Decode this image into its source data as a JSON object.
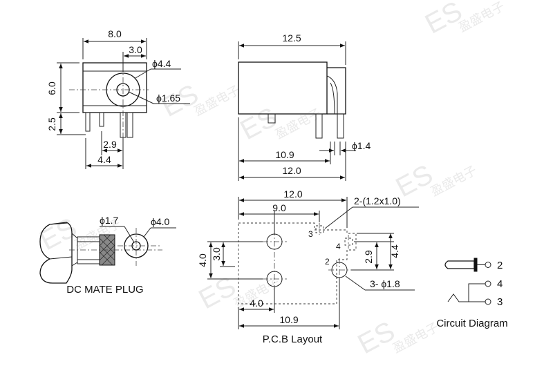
{
  "watermark": {
    "letters": "ES",
    "chars": "盈盛电子"
  },
  "front_view": {
    "width": "8.0",
    "center_offset": "3.0",
    "height": "6.0",
    "pin_length": "2.5",
    "pin_spacing_a": "2.9",
    "pin_spacing_b": "4.4",
    "outer_dia": "ϕ4.4",
    "inner_dia": "ϕ1.65"
  },
  "side_view": {
    "length": "12.5",
    "pin_dim_a": "10.9",
    "pin_dim_b": "12.0",
    "pin_dia": "ϕ1.4"
  },
  "plug": {
    "title": "DC MATE PLUG",
    "inner_dia": "ϕ1.7",
    "outer_dia": "ϕ4.0"
  },
  "pcb": {
    "title": "P.C.B Layout",
    "overall": "12.0",
    "hole_spacing_x": "9.0",
    "slot_note": "2-(1.2x1.0)",
    "height_total": "4.0",
    "height_inner": "3.0",
    "right_a": "2.9",
    "right_b": "4.4",
    "hole_note": "3- ϕ1.8",
    "bottom_a": "4.0",
    "bottom_b": "10.9",
    "pin_2": "2",
    "pin_3": "3",
    "pin_4": "4"
  },
  "circuit": {
    "title": "Circuit Diagram",
    "pin_2": "2",
    "pin_4": "4",
    "pin_3": "3"
  }
}
